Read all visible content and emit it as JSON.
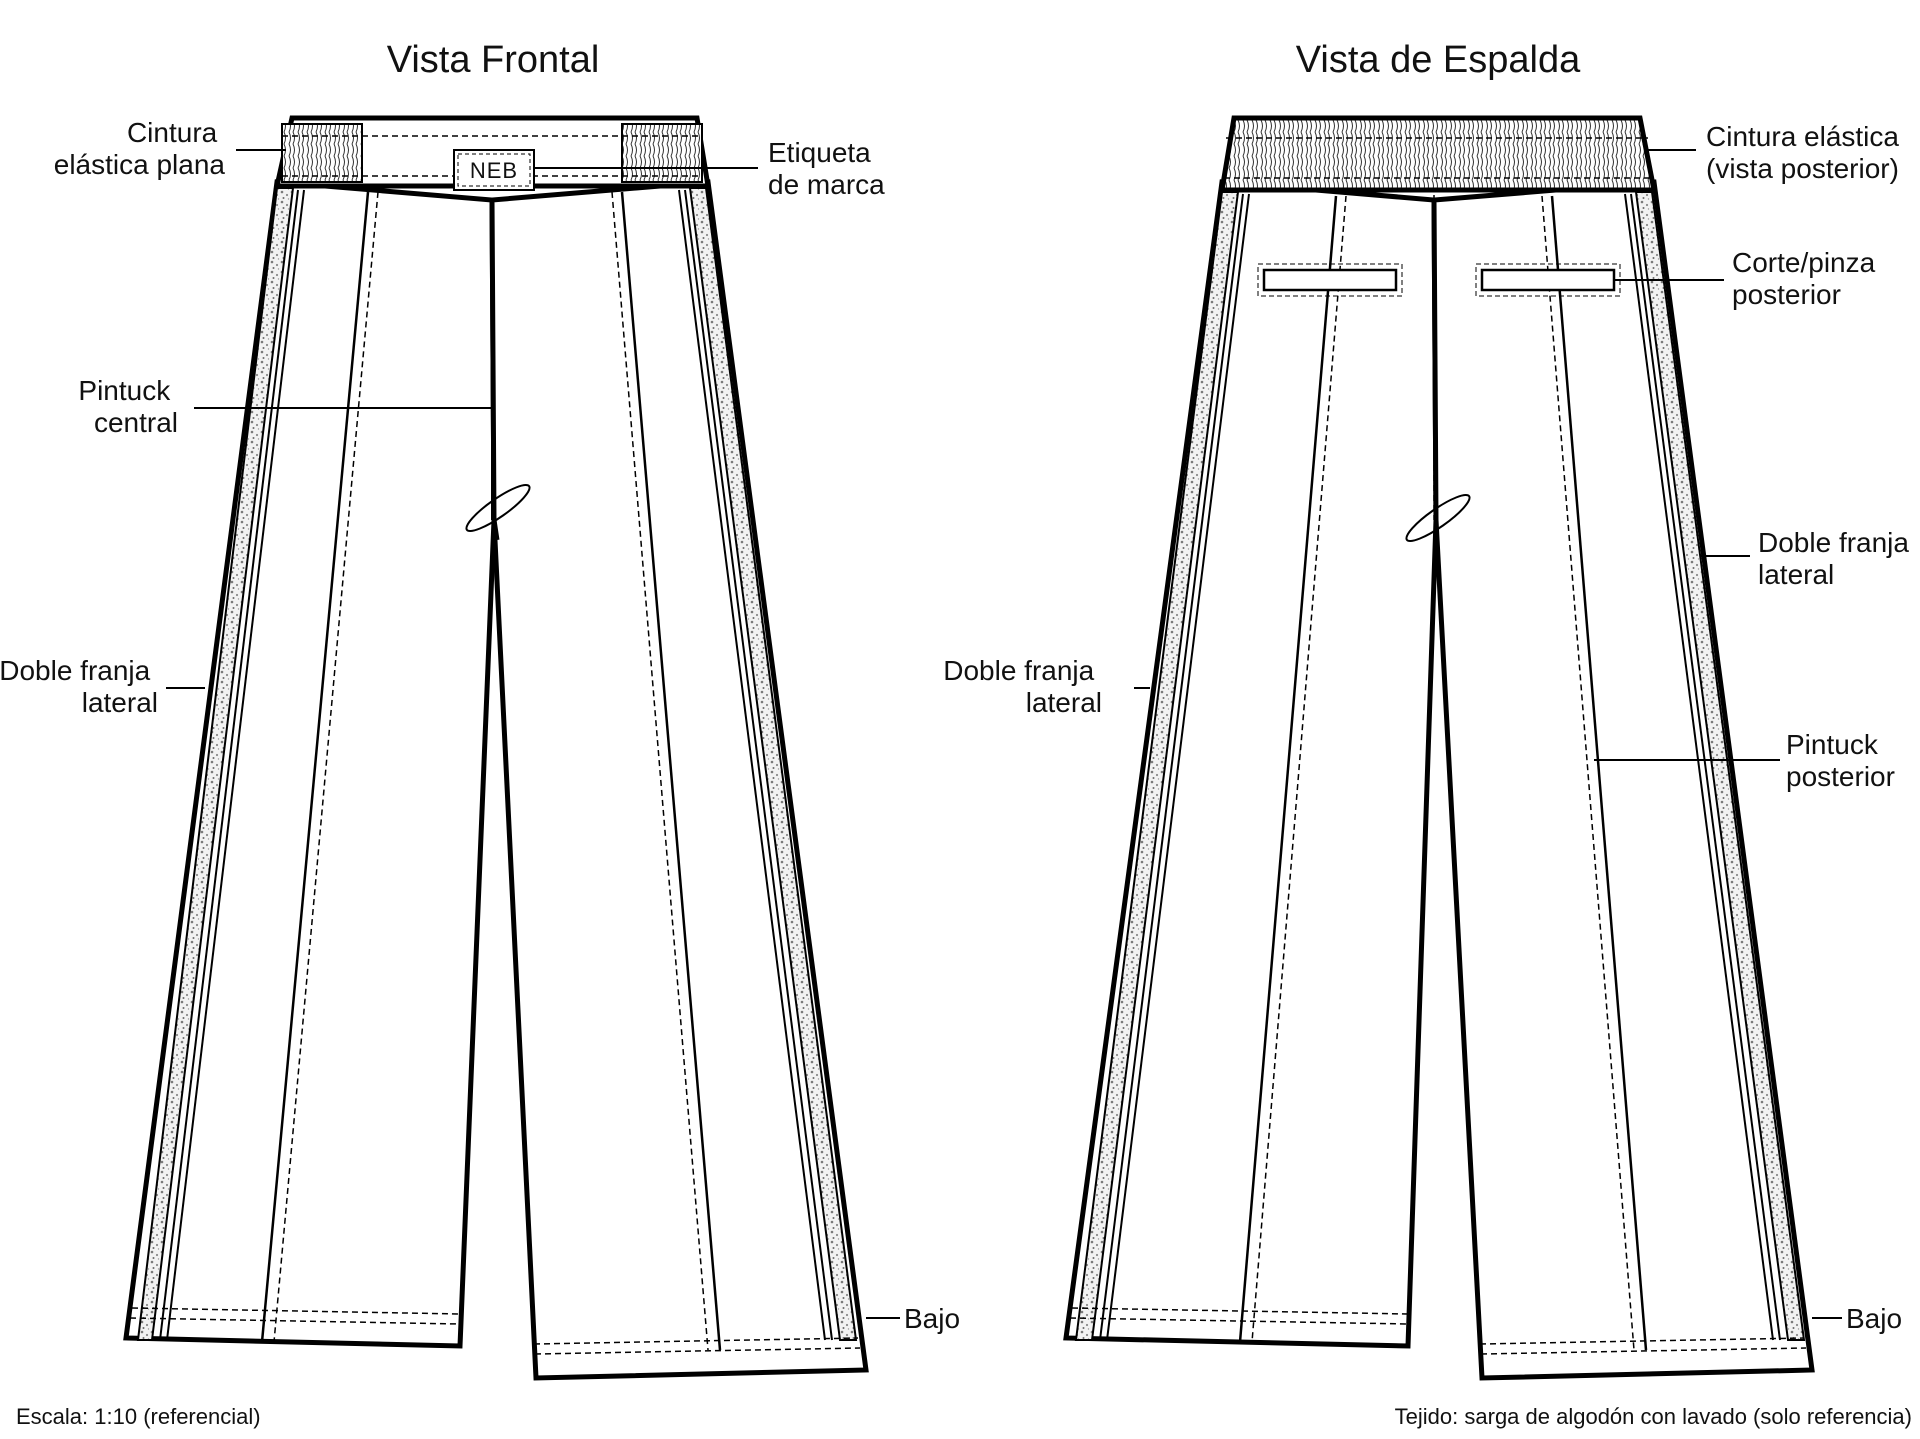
{
  "front": {
    "title": "Vista Frontal",
    "labels": {
      "waistband": [
        "Cintura",
        "elástica plana"
      ],
      "brand_label": [
        "Etiqueta",
        "de marca"
      ],
      "center_pintuck": [
        "Pintuck",
        "central"
      ],
      "side_stripe": [
        "Doble franja",
        "lateral"
      ],
      "hem": [
        "Bajo"
      ]
    },
    "logo_text": "NEB"
  },
  "back": {
    "title": "Vista de Espalda",
    "labels": {
      "waistband": [
        "Cintura elástica",
        "(vista posterior)"
      ],
      "dart": [
        "Corte/pinza",
        "posterior"
      ],
      "side_stripe_right": [
        "Doble franja",
        "lateral"
      ],
      "side_stripe_left": [
        "Doble franja",
        "lateral"
      ],
      "pintuck": [
        "Pintuck",
        "posterior"
      ],
      "hem": [
        "Bajo"
      ]
    }
  },
  "footer": {
    "scale": "Escala: 1:10 (referencial)",
    "fabric": "Tejido: sarga de algodón con lavado (solo referencia)"
  }
}
